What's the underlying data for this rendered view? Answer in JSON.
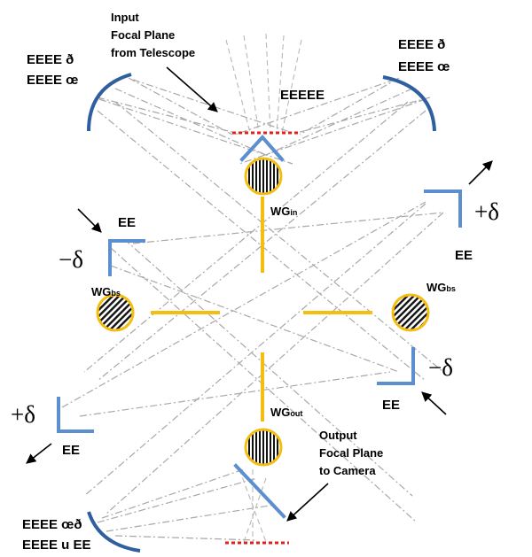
{
  "labels": {
    "input_focal_line1": "Input",
    "input_focal_line2": "Focal Plane",
    "input_focal_line3": "from Telescope",
    "top_left_mirror_line1": "EEEE ð",
    "top_left_mirror_line2": "EEEE œ",
    "top_right_mirror_line1": "EEEE ð",
    "top_right_mirror_line2": "EEEE œ",
    "top_center": "EEEEE",
    "left_fold": "EE",
    "right_fold": "EE",
    "lower_right_fold": "EE",
    "lower_left_fold": "EE",
    "bottom_left_mirror_line1": "EEEE œð",
    "bottom_left_mirror_line2": "EEEE u EE",
    "output_focal_line1": "Output",
    "output_focal_line2": "Focal Plane",
    "output_focal_line3": "to Camera"
  },
  "deltas": {
    "left": "−δ",
    "right": "+δ",
    "lower_right": "−δ",
    "lower_left": "+δ"
  },
  "gratings": {
    "wg_in_main": "WG",
    "wg_in_sub": "in",
    "wg_bs_left_main": "WG",
    "wg_bs_left_sub": "bs",
    "wg_bs_right_main": "WG",
    "wg_bs_right_sub": "bs",
    "wg_out_main": "WG",
    "wg_out_sub": "out"
  },
  "colors": {
    "mirror": "#2f5f9e",
    "fold_mirror": "#5b8fcf",
    "grating_ring": "#f5bd10",
    "focal_plane": "#e0201a",
    "ray": "#a8a8a8"
  }
}
